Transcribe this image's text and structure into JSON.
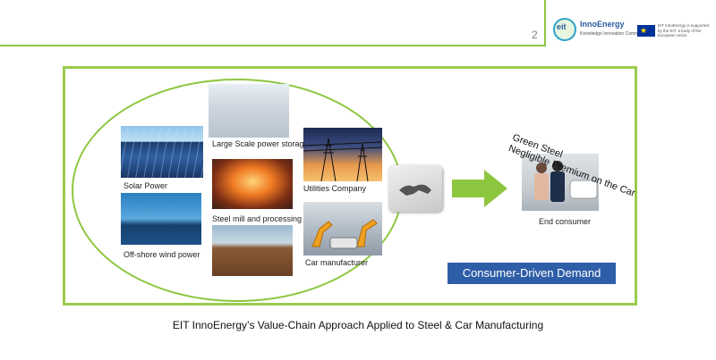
{
  "header": {
    "page_number": "2",
    "logo_mark": "eit",
    "logo_text": "InnoEnergy",
    "logo_subtext": "Knowledge Innovation Community",
    "eu_text": "EIT InnoEnergy is supported by the EIT, a body of the European Union"
  },
  "diagram": {
    "nodes": {
      "solar_power": "Solar Power",
      "offshore_wind": "Off-shore wind power",
      "large_scale_storage": "Large Scale power storage",
      "steel_mill": "Steel mill and processing",
      "utilities_company": "Utilities Company",
      "car_manufacturer": "Car manufacturer",
      "end_consumer": "End consumer"
    },
    "tilted_text_line1": "Green Steel",
    "tilted_text_line2": "Negligible Premium on the Car",
    "demand_box": "Consumer-Driven Demand"
  },
  "caption": "EIT InnoEnergy’s Value-Chain Approach Applied to Steel & Car Manufacturing",
  "colors": {
    "frame_green": "#9bcb4d",
    "arrow_green": "#8dc63f",
    "box_blue": "#2f5ea8"
  }
}
